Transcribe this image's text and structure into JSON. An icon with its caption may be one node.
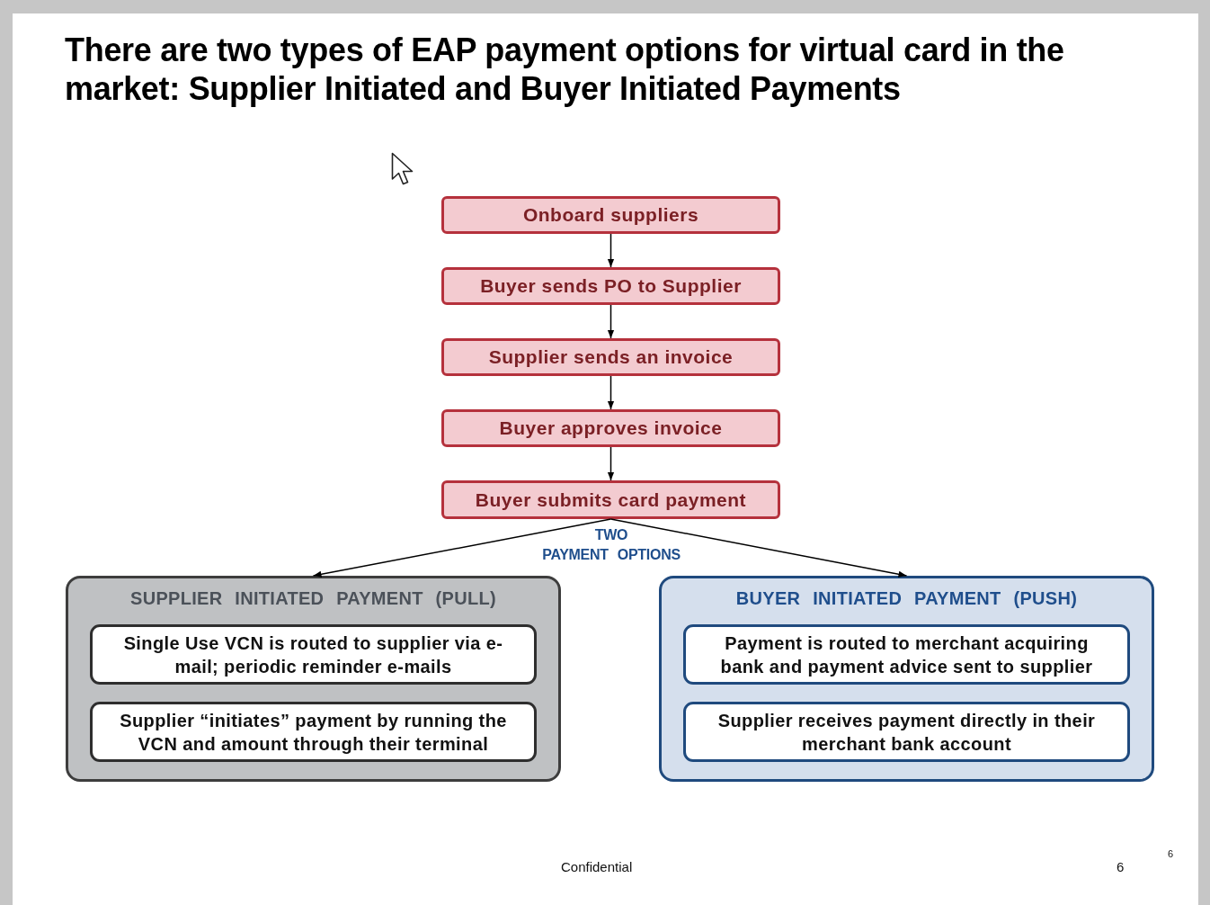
{
  "diagram": {
    "title": "There are two types of EAP payment options for virtual card in the market: Supplier Initiated and Buyer Initiated Payments",
    "nodes": [
      {
        "text": [
          "Onboard suppliers"
        ]
      },
      {
        "text": [
          "Buyer sends PO to Supplier"
        ]
      },
      {
        "text": [
          "Supplier sends an invoice"
        ]
      },
      {
        "text": [
          "Buyer approves invoice"
        ]
      },
      {
        "text": [
          "Buyer submits card payment"
        ]
      },
      {
        "text": [
          "SUPPLIER INITIATED PAYMENT (PULL)"
        ]
      },
      {
        "text": [
          "Single Use VCN is routed to supplier via e-mail; periodic reminder e-mails"
        ],
        "in": 5
      },
      {
        "text": [
          "Supplier “initiates” payment by running the VCN and amount through their terminal"
        ],
        "in": 5
      },
      {
        "text": [
          "BUYER INITIATED PAYMENT (PUSH)"
        ]
      },
      {
        "text": [
          "Payment is routed to merchant acquiring bank and payment advice sent to supplier"
        ],
        "in": 8
      },
      {
        "text": [
          "Supplier receives payment directly in their merchant bank account"
        ],
        "in": 8
      }
    ],
    "edges": [
      {
        "from": 0,
        "to": 1,
        "arrow": "to"
      },
      {
        "from": 1,
        "to": 2,
        "arrow": "to"
      },
      {
        "from": 2,
        "to": 3,
        "arrow": "to"
      },
      {
        "from": 3,
        "to": 4,
        "arrow": "to"
      },
      {
        "from": 4,
        "to": 5,
        "arrow": "to"
      },
      {
        "from": 4,
        "to": 8,
        "arrow": "to"
      }
    ],
    "labels": [
      "TWO PAYMENT OPTIONS",
      "Confidential",
      "6",
      "6"
    ]
  }
}
